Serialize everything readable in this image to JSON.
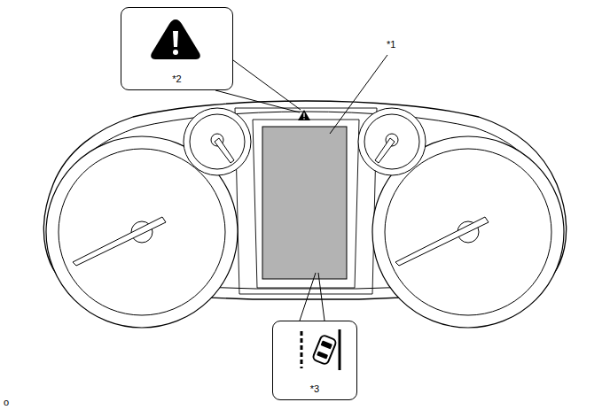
{
  "diagram": {
    "nodes": [
      {
        "text": [
          "*2"
        ]
      },
      {
        "text": [
          "*3"
        ]
      }
    ],
    "labels": [
      "*1",
      "o"
    ]
  }
}
